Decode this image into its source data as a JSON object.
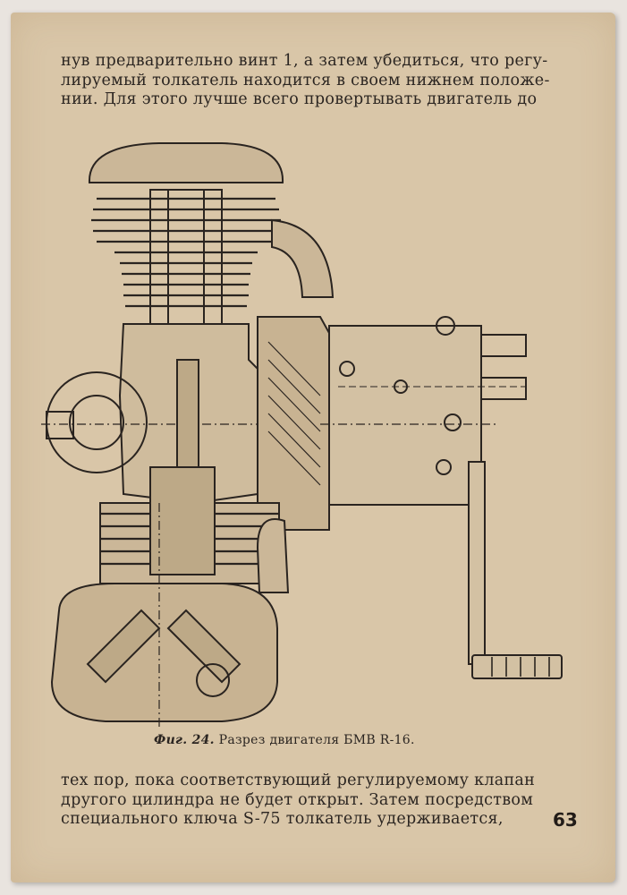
{
  "top_paragraph": {
    "line1": "нув предварительно винт 1, а затем убедиться, что регу-",
    "line2": "лируемый толкатель находится в своем нижнем положе-",
    "line3": "нии. Для этого лучше всего провертывать двигатель до"
  },
  "figure": {
    "label": "Фиг. 24.",
    "caption": "Разрез двигателя БМВ R-16."
  },
  "bottom_paragraph": {
    "line1": "тех пор, пока соответствующий регулируемому клапан",
    "line2": "другого цилиндра не будет открыт. Затем посредством",
    "line3": "специального ключа S-75 толкатель удерживается,"
  },
  "page_number": "63"
}
